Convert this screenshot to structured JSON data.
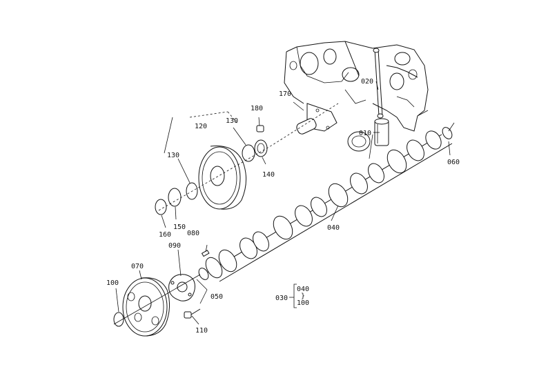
{
  "labels": {
    "p010": "010",
    "p020": "020",
    "p030": "030",
    "p040": "040",
    "p050": "050",
    "p060": "060",
    "p070": "070",
    "p080": "080",
    "p090": "090",
    "p100": "100",
    "p110": "110",
    "p120": "120",
    "p130a": "130",
    "p130b": "130",
    "p140": "140",
    "p150": "150",
    "p160": "160",
    "p170": "170",
    "p180": "180",
    "group_top": "040",
    "group_tilde": "}",
    "group_bottom": "100"
  }
}
